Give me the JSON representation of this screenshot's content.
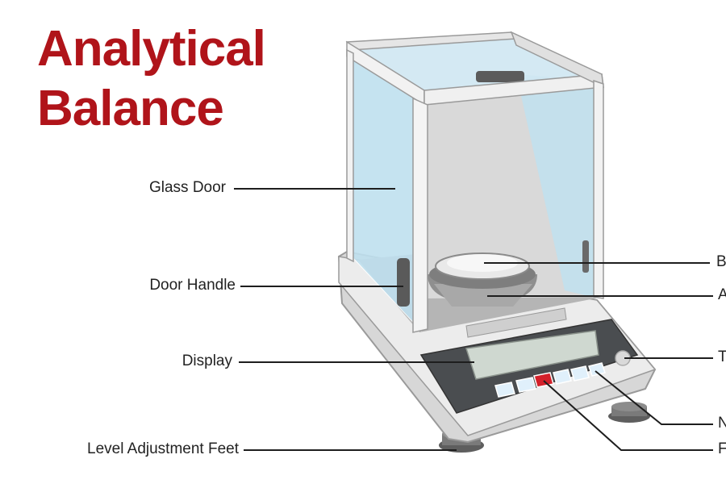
{
  "title": {
    "line1": "Analytical",
    "line2": "Balance"
  },
  "labels": {
    "glass_door": "Glass Door",
    "door_handle": "Door Handle",
    "display": "Display",
    "level_feet": "Level Adjustment Feet",
    "right_1": "B",
    "right_2": "A",
    "right_3": "T",
    "right_4": "N",
    "right_5": "F"
  },
  "colors": {
    "title": "#b0141a",
    "glass": "#bfe0ef",
    "key": "#e0f0fb",
    "highlight_key": "#d3202a"
  }
}
